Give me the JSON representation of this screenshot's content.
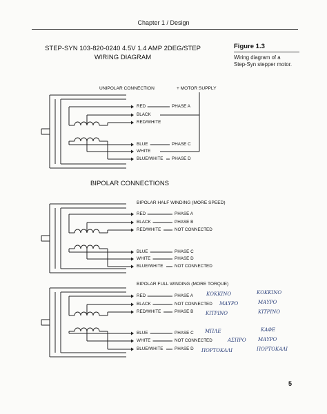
{
  "header": {
    "chapter": "Chapter 1  /  Design"
  },
  "title": {
    "line1": "STEP-SYN 103-820-0240 4.5V 1.4 AMP 2DEG/STEP",
    "line2": "WIRING DIAGRAM"
  },
  "figure": {
    "label": "Figure 1.3",
    "caption_line1": "Wiring diagram of a",
    "caption_line2": "Step-Syn stepper motor."
  },
  "unipolar": {
    "heading": "UNIPOLAR CONNECTION",
    "supply": "+ MOTOR SUPPLY",
    "wires": [
      {
        "color": "RED",
        "conn": "PHASE A"
      },
      {
        "color": "BLACK",
        "conn": ""
      },
      {
        "color": "RED/WHITE",
        "conn": ""
      },
      {
        "color": "BLUE",
        "conn": "PHASE C"
      },
      {
        "color": "WHITE",
        "conn": ""
      },
      {
        "color": "BLUE/WHITE",
        "conn": "PHASE D"
      }
    ]
  },
  "bipolar_heading": "BIPOLAR CONNECTIONS",
  "half": {
    "heading": "BIPOLAR HALF WINDING (MORE SPEED)",
    "wires": [
      {
        "color": "RED",
        "conn": "PHASE A"
      },
      {
        "color": "BLACK",
        "conn": "PHASE B"
      },
      {
        "color": "RED/WHITE",
        "conn": "NOT CONNECTED"
      },
      {
        "color": "BLUE",
        "conn": "PHASE C"
      },
      {
        "color": "WHITE",
        "conn": "PHASE D"
      },
      {
        "color": "BLUE/WHITE",
        "conn": "NOT CONNECTED"
      }
    ]
  },
  "full": {
    "heading": "BIPOLAR FULL WINDING (MORE TORQUE)",
    "wires": [
      {
        "color": "RED",
        "conn": "PHASE A"
      },
      {
        "color": "BLACK",
        "conn": "NOT CONNECTED"
      },
      {
        "color": "RED/WHITE",
        "conn": "PHASE B"
      },
      {
        "color": "BLUE",
        "conn": "PHASE C"
      },
      {
        "color": "WHITE",
        "conn": "NOT CONNECTED"
      },
      {
        "color": "BLUE/WHITE",
        "conn": "PHASE D"
      }
    ],
    "handwritten_mid": [
      "ΚΟΚΚΙΝΟ",
      "ΜΑΥΡΟ",
      "ΚΙΤΡΙΝΟ",
      "ΜΠΛΕ",
      "ΑΣΠΡΟ",
      "ΠΟΡΤΟΚΑΛΙ"
    ],
    "handwritten_right": [
      "ΚΟΚΚΙΝΟ",
      "ΜΑΥΡΟ",
      "ΚΙΤΡΙΝΟ",
      "ΚΑΦΕ",
      "ΜΑΥΡΟ",
      "ΠΟΡΤΟΚΑΛΙ"
    ]
  },
  "page_number": "5"
}
